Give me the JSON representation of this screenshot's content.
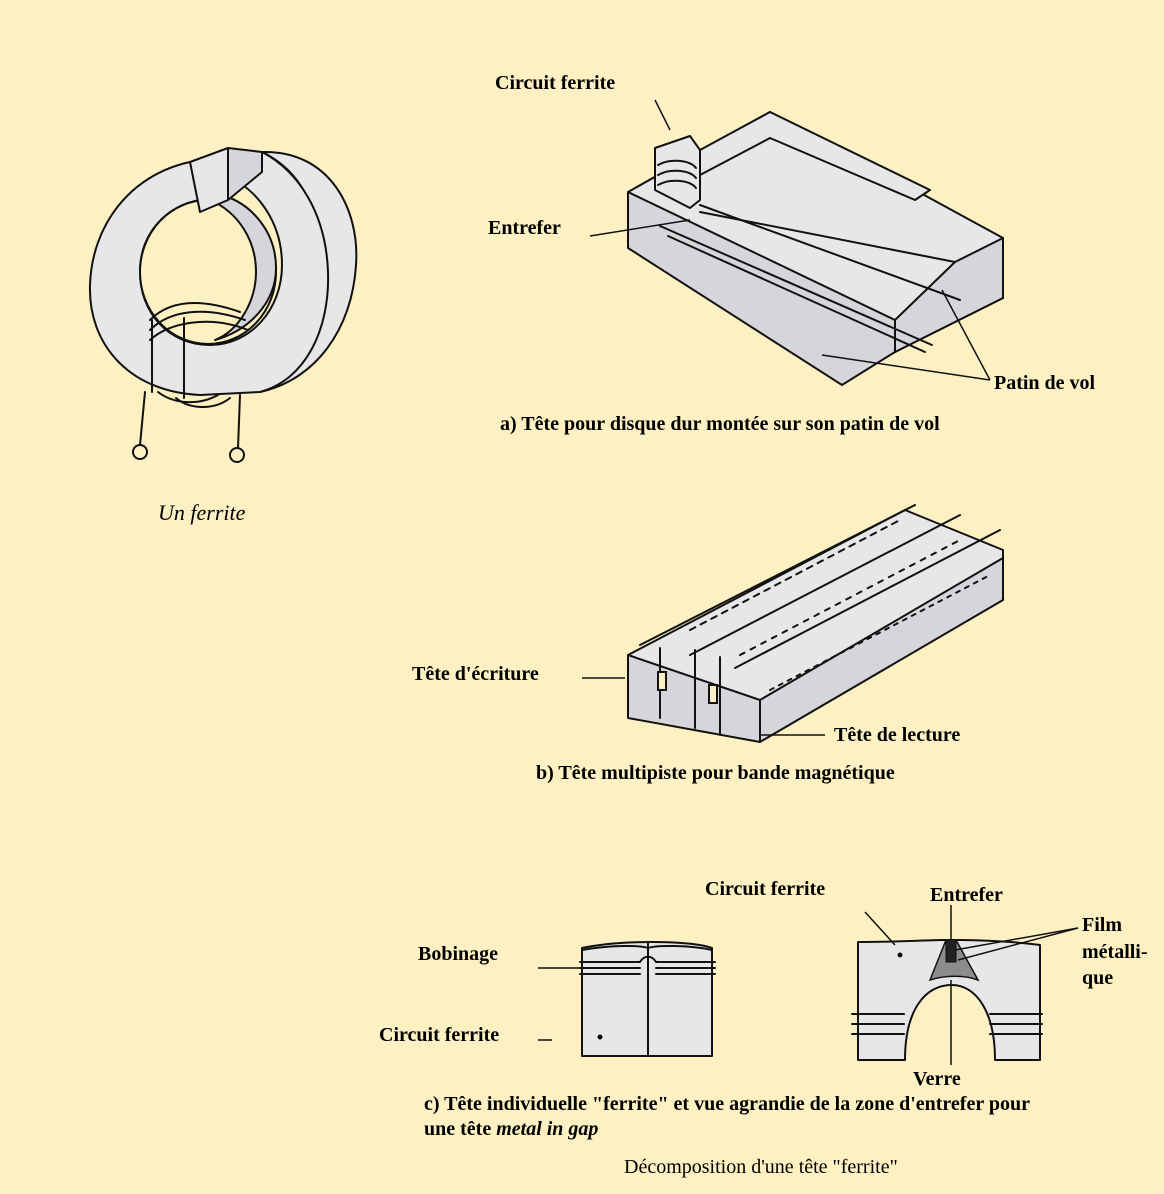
{
  "ferrite": {
    "caption": "Un ferrite"
  },
  "panel_a": {
    "label_circuit": "Circuit ferrite",
    "label_entrefer": "Entrefer",
    "label_patin": "Patin de vol",
    "caption": "a) Tête pour disque dur montée sur son patin de vol"
  },
  "panel_b": {
    "label_ecriture": "Tête d'écriture",
    "label_lecture": "Tête de lecture",
    "caption": "b) Tête multipiste pour bande magnétique"
  },
  "panel_c": {
    "label_bobinage": "Bobinage",
    "label_circuit_left": "Circuit ferrite",
    "label_circuit_top": "Circuit ferrite",
    "label_entrefer": "Entrefer",
    "label_film_1": "Film",
    "label_film_2": "métalli-",
    "label_film_3": "que",
    "label_verre": "Verre",
    "caption_line1": "c) Tête individuelle \"ferrite\" et vue agrandie de la zone d'entrefer pour",
    "caption_line2_a": "une tête ",
    "caption_line2_b": "metal in gap"
  },
  "footer": {
    "title": "Décomposition d'une tête \"ferrite\""
  }
}
